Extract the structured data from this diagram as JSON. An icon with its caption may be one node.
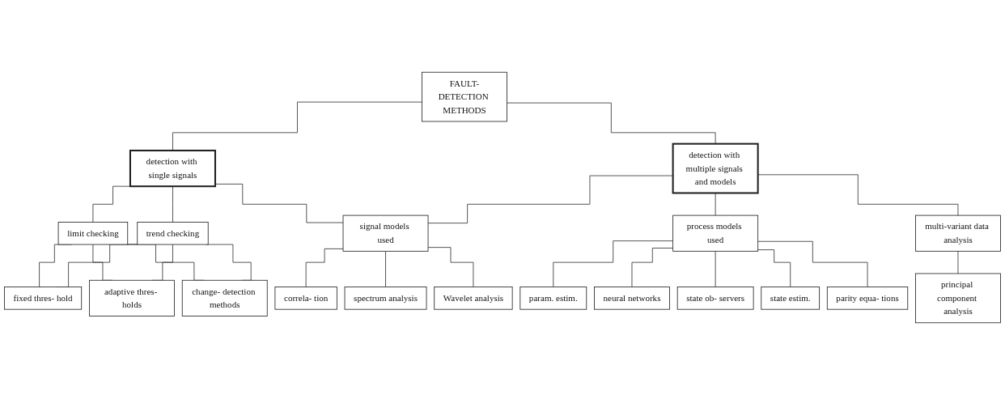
{
  "diagram": {
    "nodes": [
      {
        "text": [
          "FAULT-DETECTION METHODS"
        ]
      },
      {
        "text": [
          "detection with single signals"
        ]
      },
      {
        "text": [
          "detection with multiple signals and models"
        ]
      },
      {
        "text": [
          "limit checking"
        ]
      },
      {
        "text": [
          "trend checking"
        ]
      },
      {
        "text": [
          "signal models used"
        ]
      },
      {
        "text": [
          "process models used"
        ]
      },
      {
        "text": [
          "multi-variant data analysis"
        ]
      },
      {
        "text": [
          "fixed thres- hold"
        ]
      },
      {
        "text": [
          "adaptive thres- holds"
        ]
      },
      {
        "text": [
          "change- detection methods"
        ]
      },
      {
        "text": [
          "correla- tion"
        ]
      },
      {
        "text": [
          "spectrum analysis"
        ]
      },
      {
        "text": [
          "Wavelet analysis"
        ]
      },
      {
        "text": [
          "param. estim."
        ]
      },
      {
        "text": [
          "neural networks"
        ]
      },
      {
        "text": [
          "state ob- servers"
        ]
      },
      {
        "text": [
          "state estim."
        ]
      },
      {
        "text": [
          "parity equa- tions"
        ]
      },
      {
        "text": [
          "principal component analysis"
        ]
      }
    ],
    "edges": [
      {
        "from": 0,
        "to": 1,
        "arrow": "none"
      },
      {
        "from": 0,
        "to": 2,
        "arrow": "none"
      },
      {
        "from": 1,
        "to": 3,
        "arrow": "none"
      },
      {
        "from": 1,
        "to": 4,
        "arrow": "none"
      },
      {
        "from": 1,
        "to": 5,
        "arrow": "none"
      },
      {
        "from": 2,
        "to": 5,
        "arrow": "none"
      },
      {
        "from": 2,
        "to": 6,
        "arrow": "none"
      },
      {
        "from": 2,
        "to": 7,
        "arrow": "none"
      },
      {
        "from": 3,
        "to": 8,
        "arrow": "none"
      },
      {
        "from": 3,
        "to": 9,
        "arrow": "none"
      },
      {
        "from": 3,
        "to": 10,
        "arrow": "none"
      },
      {
        "from": 4,
        "to": 8,
        "arrow": "none"
      },
      {
        "from": 4,
        "to": 9,
        "arrow": "none"
      },
      {
        "from": 4,
        "to": 10,
        "arrow": "none"
      },
      {
        "from": 5,
        "to": 11,
        "arrow": "none"
      },
      {
        "from": 5,
        "to": 12,
        "arrow": "none"
      },
      {
        "from": 5,
        "to": 13,
        "arrow": "none"
      },
      {
        "from": 6,
        "to": 14,
        "arrow": "none"
      },
      {
        "from": 6,
        "to": 15,
        "arrow": "none"
      },
      {
        "from": 6,
        "to": 16,
        "arrow": "none"
      },
      {
        "from": 6,
        "to": 17,
        "arrow": "none"
      },
      {
        "from": 6,
        "to": 18,
        "arrow": "none"
      },
      {
        "from": 7,
        "to": 19,
        "arrow": "none"
      }
    ]
  }
}
